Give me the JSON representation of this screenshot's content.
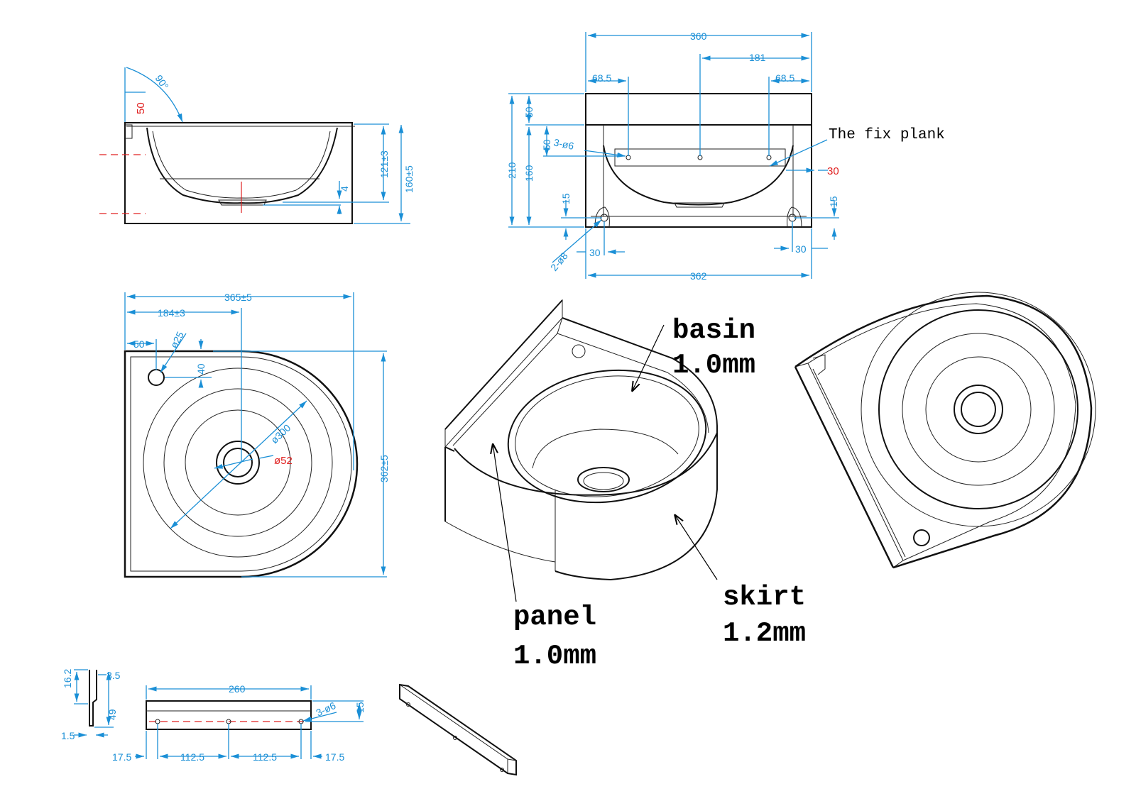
{
  "views": {
    "side": {
      "angle": "90°",
      "rim_height": "50",
      "bowl_depth": "121±3",
      "total_height": "160±5",
      "bottom_offset": "4"
    },
    "front": {
      "width_top": "360",
      "center": "181",
      "hole_left": "68.5",
      "hole_right": "68.5",
      "height_total": "210",
      "height_lower": "160",
      "height_top": "50",
      "plank_offset": "50",
      "plank_holes": "3-ø6",
      "fix_plank_label": "The fix plank",
      "plank_width": "30",
      "bottom_hole_left": "15",
      "bottom_hole_right": "15",
      "bottom_holes": "2-ø8",
      "hole_x_left": "30",
      "hole_x_right": "30",
      "width_bottom": "362"
    },
    "top": {
      "width": "365±5",
      "center": "184±3",
      "tap_x": "50",
      "tap_dia": "ø25",
      "tap_y": "40",
      "bowl_dia": "ø300",
      "drain_dia": "ø52",
      "depth": "362±5"
    },
    "isometric": {
      "basin_name": "basin",
      "basin_thickness": "1.0mm",
      "panel_name": "panel",
      "panel_thickness": "1.0mm",
      "skirt_name": "skirt",
      "skirt_thickness": "1.2mm"
    },
    "plank_profile": {
      "top": "16.2",
      "lip": "3.5",
      "height": "49",
      "thickness": "1.5"
    },
    "plank_front": {
      "length": "260",
      "holes": "3-ø6",
      "hole_y": "15",
      "edge_left": "17.5",
      "span_left": "112.5",
      "span_right": "112.5",
      "edge_right": "17.5"
    }
  }
}
